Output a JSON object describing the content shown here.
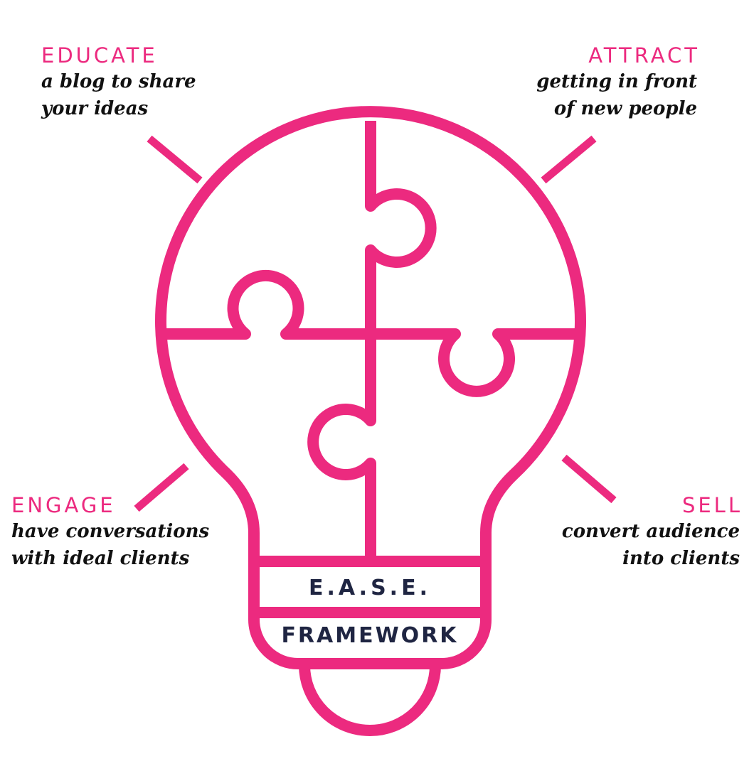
{
  "colors": {
    "accent": "#EC2A7F",
    "label": "#1f2542",
    "text": "#111111"
  },
  "quadrants": {
    "educate": {
      "title": "EDUCATE",
      "line1": "a blog to share",
      "line2": "your ideas"
    },
    "attract": {
      "title": "ATTRACT",
      "line1": "getting in front",
      "line2": "of new people"
    },
    "engage": {
      "title": "ENGAGE",
      "line1": "have conversations",
      "line2": "with ideal clients"
    },
    "sell": {
      "title": "SELL",
      "line1": "convert audience",
      "line2": "into clients"
    }
  },
  "bulb": {
    "label1": "E.A.S.E.",
    "label2": "FRAMEWORK"
  }
}
